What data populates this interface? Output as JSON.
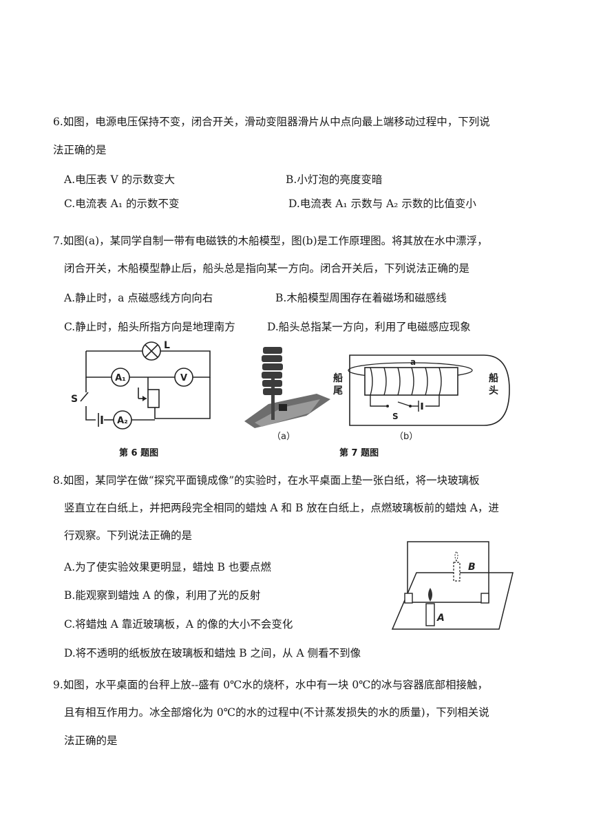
{
  "q6": {
    "stem_line1": "6.如图，电源电压保持不变，闭合开关，滑动变阻器滑片从中点向最上端移动过程中，下列说",
    "stem_line2": "法正确的是",
    "opt_a": "A.电压表 V 的示数变大",
    "opt_b": "B.小灯泡的亮度变暗",
    "opt_c": "C.电流表 A₁ 的示数不变",
    "opt_d": "D.电流表 A₁ 示数与 A₂ 示数的比值变小"
  },
  "q7": {
    "stem_line1": "7.如图(a)，某同学自制一带有电磁铁的木船模型，图(b)是工作原理图。将其放在水中漂浮，",
    "stem_line2": "闭合开关，木船模型静止后，船头总是指向某一方向。闭合开关后，下列说法正确的是",
    "opt_a": "A.静止时，a 点磁感线方向向右",
    "opt_b": "B.木船模型周围存在着磁场和磁感线",
    "opt_c": "C.静止时，船头所指方向是地理南方",
    "opt_d": "D.船头总指某一方向，利用了电磁感应现象"
  },
  "fig6": {
    "caption": "第 6 题图",
    "label_L": "L",
    "label_A1": "A₁",
    "label_V": "V",
    "label_S": "S",
    "label_A2": "A₂"
  },
  "fig7": {
    "caption": "第 7 题图",
    "label_a_fig": "（a）",
    "label_b_fig": "（b）",
    "label_stern": "船\n尾",
    "label_bow": "船\n头",
    "label_point_a": "a",
    "label_S": "S"
  },
  "q8": {
    "stem_line1": "8.如图，某同学在做“探究平面镜成像”的实验时，在水平桌面上垫一张白纸，将一块玻璃板",
    "stem_line2": "竖直立在白纸上，并把两段完全相同的蜡烛 A 和 B 放在白纸上，点燃玻璃板前的蜡烛 A，进",
    "stem_line3": "行观察。下列说法正确的是",
    "opt_a": "A.为了使实验效果更明显，蜡烛 B 也要点燃",
    "opt_b": "B.能观察到蜡烛 A 的像，利用了光的反射",
    "opt_c": "C.将蜡烛 A 靠近玻璃板，A 的像的大小不会变化",
    "opt_d": "D.将不透明的纸板放在玻璃板和蜡烛 B 之间，从 A 侧看不到像",
    "label_A": "A",
    "label_B": "B"
  },
  "q9": {
    "stem_line1": "9.如图，水平桌面的台秤上放--盛有 0℃水的烧杯，水中有一块 0℃的冰与容器底部相接触，",
    "stem_line2": "且有相互作用力。冰全部熔化为 0℃的水的过程中(不计蒸发损失的水的质量)，下列相关说",
    "stem_line3": "法正确的是"
  }
}
